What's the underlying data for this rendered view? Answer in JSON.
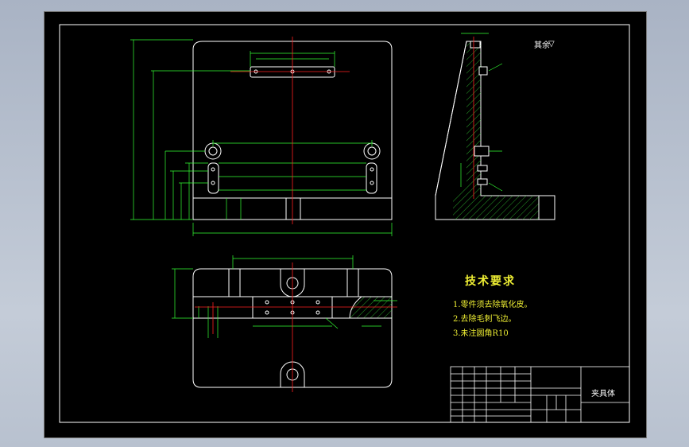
{
  "drawing": {
    "technical_requirements": {
      "title": "技术要求",
      "items": [
        "1.零件须去除氧化皮。",
        "2.去除毛刺飞边。",
        "3.未注圆角R10"
      ]
    },
    "roughness_note": "其余",
    "title_block": {
      "part_name": "夹具体"
    }
  },
  "colors": {
    "background": "#000000",
    "outline": "#ffffff",
    "dimension": "#33ff33",
    "centerline": "#ff2020",
    "text": "#eeee33",
    "hatch": "#33cc33"
  }
}
